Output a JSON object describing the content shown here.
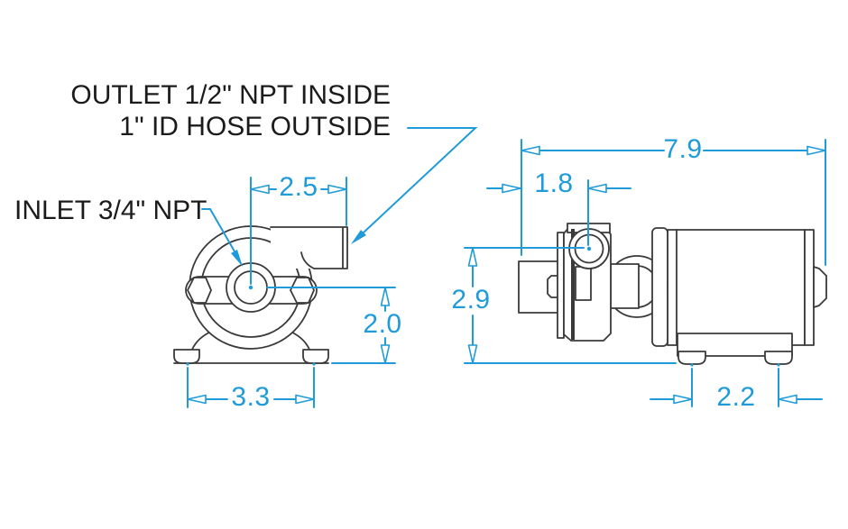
{
  "figure": {
    "description_labels": {
      "outlet_line1": "OUTLET 1/2\" NPT INSIDE",
      "outlet_line2": "1\" ID HOSE OUTSIDE",
      "inlet": "INLET 3/4\" NPT"
    },
    "front_view": {
      "dims": {
        "outlet_width": "2.5",
        "center_height": "2.0",
        "mount_width": "3.3"
      }
    },
    "side_view": {
      "dims": {
        "overall_length": "7.9",
        "port_offset": "1.8",
        "overall_height": "2.9",
        "foot_spacing": "2.2"
      }
    },
    "colors": {
      "dimension_blue": "#1E9BD8",
      "drawing_line": "#3a3a3a",
      "background": "#ffffff"
    }
  }
}
